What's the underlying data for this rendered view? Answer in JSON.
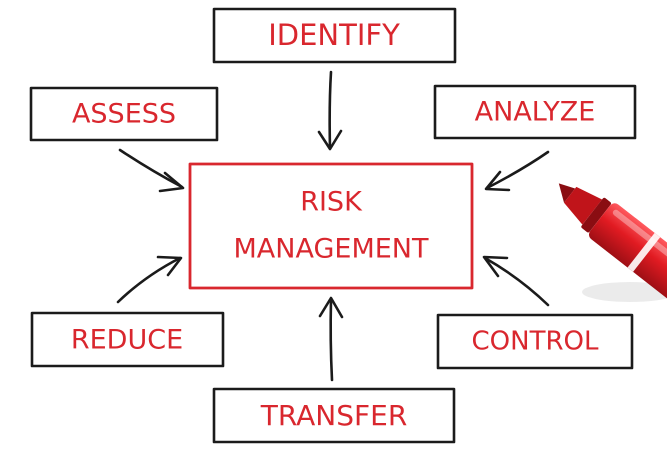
{
  "center": {
    "line1": "RISK",
    "line2": "MANAGEMENT"
  },
  "nodes": {
    "identify": "IDENTIFY",
    "assess": "ASSESS",
    "analyze": "ANALYZE",
    "reduce": "REDUCE",
    "control": "CONTROL",
    "transfer": "TRANSFER"
  },
  "colors": {
    "text": "#d9272e",
    "center_border": "#d9272e",
    "box_border": "#1b1b1b",
    "arrow": "#1b1b1b",
    "marker_body": "#e11b22",
    "marker_cap": "#c0141a",
    "marker_tip": "#8a0d12",
    "marker_band": "#ffffff"
  },
  "icons": {
    "marker": "red-marker-pen-icon"
  }
}
